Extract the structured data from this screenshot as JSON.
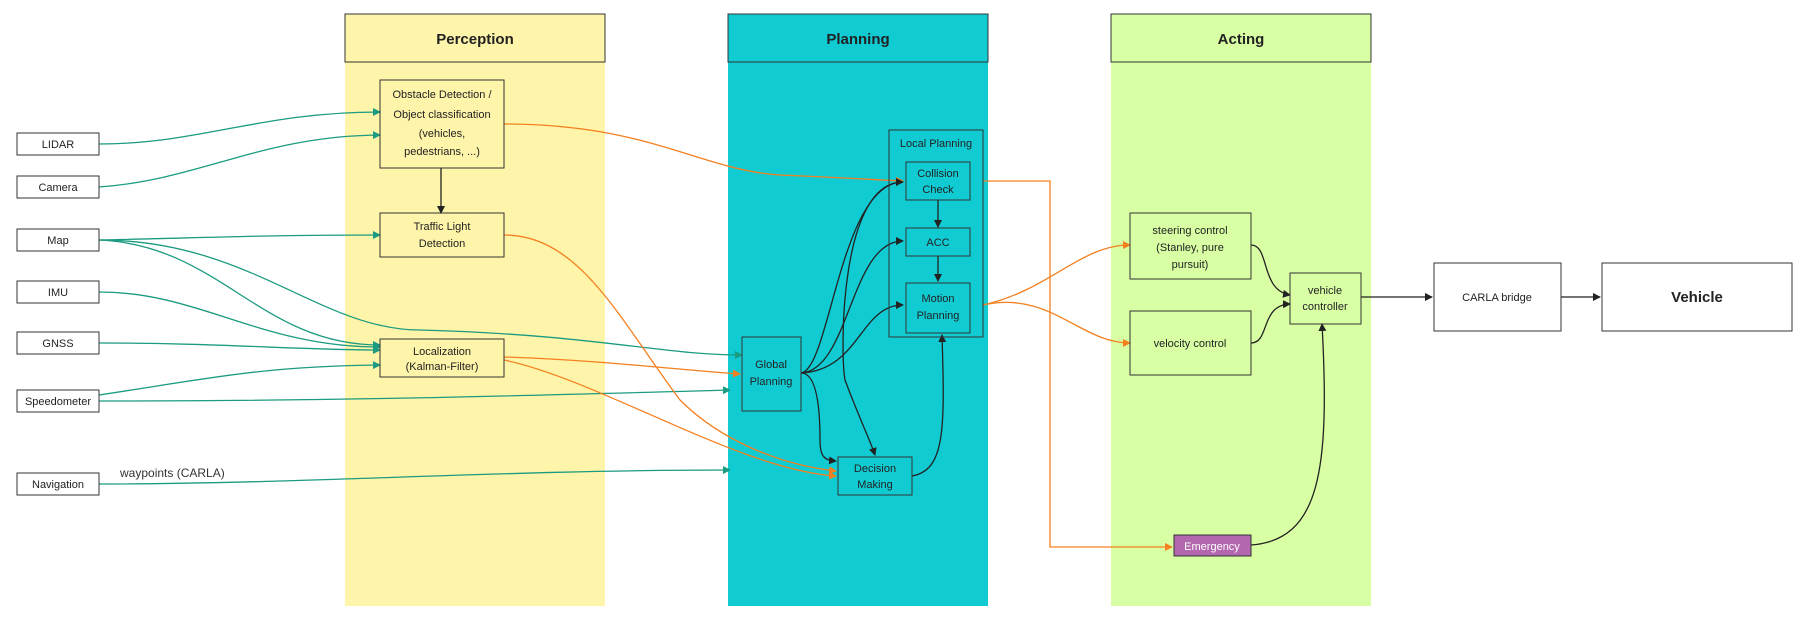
{
  "colors": {
    "perception": "#fef4aa",
    "planning": "#11cbd3",
    "acting": "#d9ffa5",
    "emergency": "#b267ae",
    "green_edge": "#1b9b80",
    "orange_edge": "#f48020",
    "black_edge": "#222222"
  },
  "lanes": [
    {
      "id": "perception",
      "title": "Perception"
    },
    {
      "id": "planning",
      "title": "Planning"
    },
    {
      "id": "acting",
      "title": "Acting"
    }
  ],
  "inputs": [
    {
      "id": "lidar",
      "label": "LIDAR"
    },
    {
      "id": "camera",
      "label": "Camera"
    },
    {
      "id": "map",
      "label": "Map"
    },
    {
      "id": "imu",
      "label": "IMU"
    },
    {
      "id": "gnss",
      "label": "GNSS"
    },
    {
      "id": "speedometer",
      "label": "Speedometer"
    },
    {
      "id": "navigation",
      "label": "Navigation"
    }
  ],
  "perception_nodes": {
    "obstacle": [
      "Obstacle Detection /",
      "Object classification",
      "(vehicles,",
      "pedestrians, ...)"
    ],
    "traffic": [
      "Traffic Light",
      "Detection"
    ],
    "localization": [
      "Localization",
      "(Kalman-Filter)"
    ]
  },
  "planning_nodes": {
    "local_group": "Local Planning",
    "collision": [
      "Collision",
      "Check"
    ],
    "acc": [
      "ACC"
    ],
    "motion": [
      "Motion",
      "Planning"
    ],
    "global": [
      "Global",
      "Planning"
    ],
    "decision": [
      "Decision",
      "Making"
    ]
  },
  "acting_nodes": {
    "steering": [
      "steering control",
      "(Stanley, pure",
      "pursuit)"
    ],
    "velocity": [
      "velocity control"
    ],
    "vehicle_controller": [
      "vehicle",
      "controller"
    ],
    "emergency": [
      "Emergency"
    ]
  },
  "output_nodes": {
    "carla_bridge": "CARLA bridge",
    "vehicle": "Vehicle"
  },
  "edge_labels": {
    "waypoints": "waypoints (CARLA)"
  }
}
